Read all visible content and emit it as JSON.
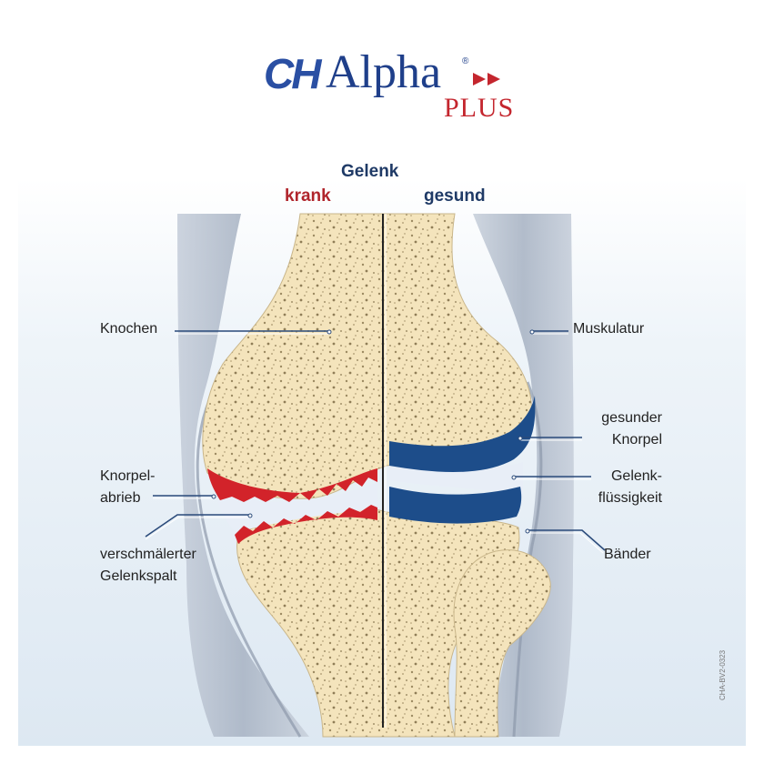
{
  "logo": {
    "brand_ch": "CH",
    "brand_alpha": "Alpha",
    "registered": "®",
    "plus": "PLUS"
  },
  "header": {
    "title": "Gelenk",
    "left": "krank",
    "right": "gesund"
  },
  "labels": {
    "knochen": "Knochen",
    "knorpel_1": "Knorpel-",
    "knorpel_2": "abrieb",
    "spalt_1": "verschmälerter",
    "spalt_2": "Gelenkspalt",
    "muskulatur": "Muskulatur",
    "gesunder_1": "gesunder",
    "gesunder_2": "Knorpel",
    "fluessig_1": "Gelenk-",
    "fluessig_2": "flüssigkeit",
    "baender": "Bänder"
  },
  "code": "CHA-BV2-0323",
  "colors": {
    "brand_blue": "#1f3f8a",
    "brand_red": "#c4262e",
    "bone": "#f5e6be",
    "cartilage_healthy": "#1d4d8a",
    "cartilage_damaged": "#d2232a",
    "muscle": "#b9c2cf",
    "text_dark": "#1f3a66",
    "text_red": "#b0252c"
  }
}
